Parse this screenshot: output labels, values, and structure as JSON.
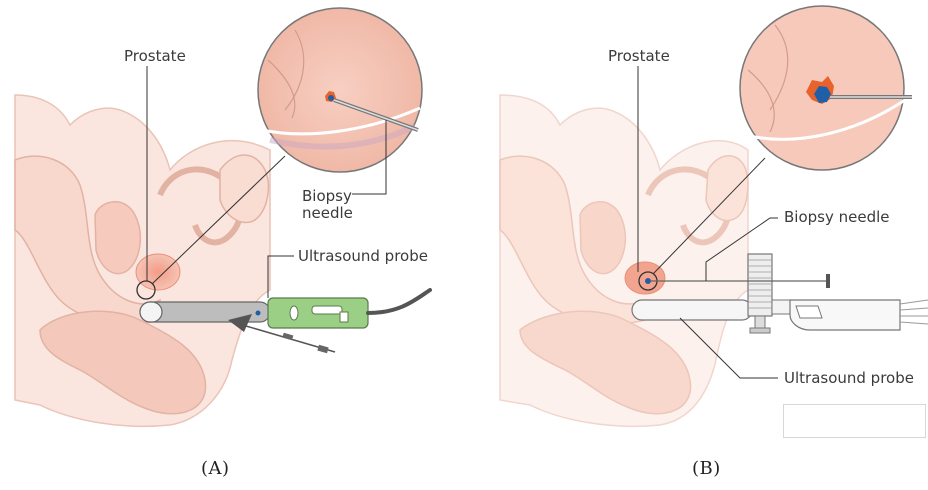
{
  "panels": [
    {
      "caption": "(A)",
      "labels": {
        "prostate": "Prostate",
        "biopsy_needle": "Biopsy\nneedle",
        "ultrasound_probe": "Ultrasound probe"
      }
    },
    {
      "caption": "(B)",
      "labels": {
        "prostate": "Prostate",
        "biopsy_needle": "Biopsy needle",
        "ultrasound_probe": "Ultrasound probe"
      }
    }
  ],
  "colors": {
    "tissue_light": "#fbe6df",
    "tissue_mid": "#f4c9bb",
    "tissue_outline": "#e2b2a3",
    "prostate": "#f2a48e",
    "lesion_blue": "#1f5fa8",
    "lesion_orange": "#e8632c",
    "probe_gray": "#b9b9b9",
    "probe_green": "#9ccf86",
    "leader_line": "#333333"
  }
}
